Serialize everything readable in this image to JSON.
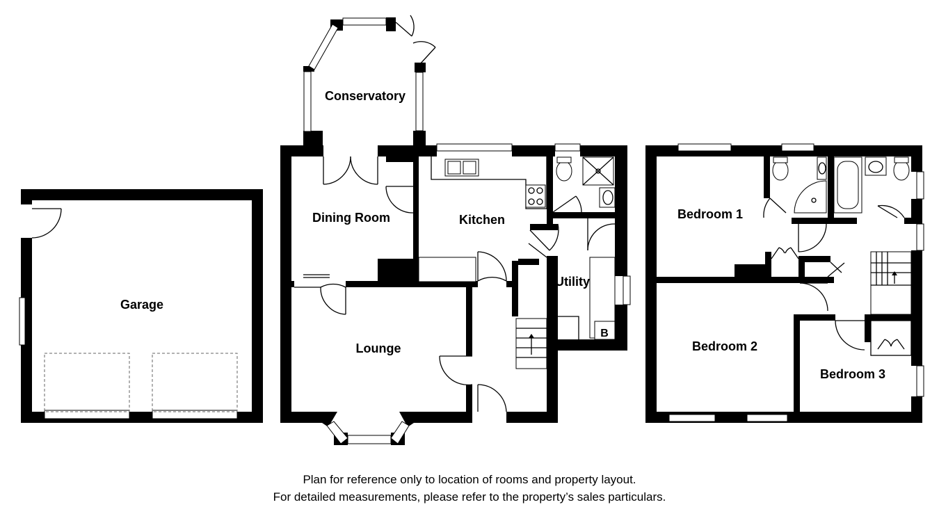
{
  "rooms": {
    "garage": "Garage",
    "conservatory": "Conservatory",
    "dining_room": "Dining Room",
    "kitchen": "Kitchen",
    "utility": "Utility",
    "lounge": "Lounge",
    "bedroom1": "Bedroom 1",
    "bedroom2": "Bedroom 2",
    "bedroom3": "Bedroom 3",
    "boiler": "B"
  },
  "disclaimer": {
    "line1": "Plan for reference only to location of rooms and property layout.",
    "line2": "For detailed measurements, please refer to the property’s sales particulars."
  },
  "colors": {
    "walls": "#000000",
    "background": "#ffffff"
  }
}
